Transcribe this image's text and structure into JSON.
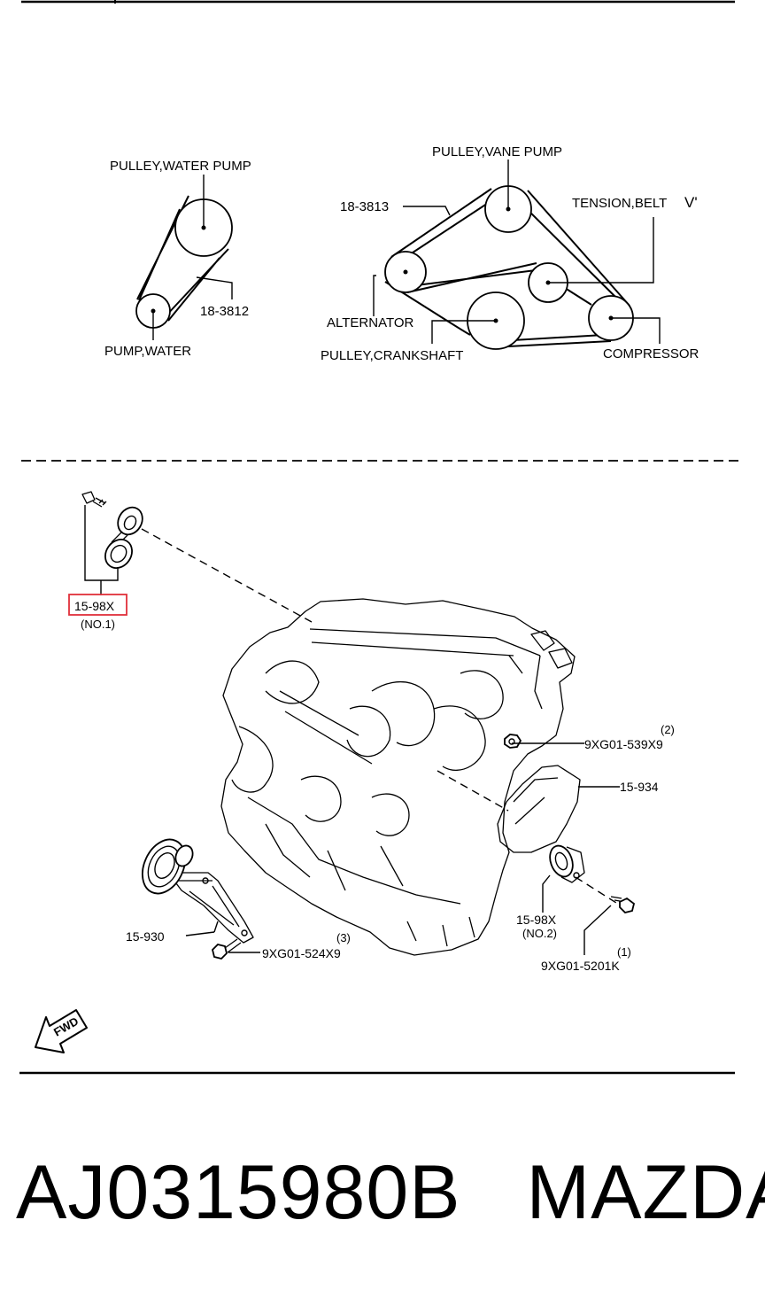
{
  "belt_diagram": {
    "left": {
      "pulley_water_pump": "PULLEY,WATER PUMP",
      "belt_part": "18-3812",
      "pump_water": "PUMP,WATER"
    },
    "right": {
      "pulley_vane_pump": "PULLEY,VANE PUMP",
      "belt_part": "18-3813",
      "tension_belt": "TENSION,BELT",
      "tension_belt_suffix": "V'",
      "alternator": "ALTERNATOR",
      "pulley_crankshaft": "PULLEY,CRANKSHAFT",
      "compressor": "COMPRESSOR"
    }
  },
  "engine_diagram": {
    "tensioner_no1": {
      "part": "15-98X",
      "note": "(NO.1)",
      "highlight_color": "#e0303a"
    },
    "nut_2": {
      "index": "(2)",
      "part": "9XG01-539X9"
    },
    "cover": {
      "part": "15-934"
    },
    "tensioner_no2": {
      "part": "15-98X",
      "note": "(NO.2)"
    },
    "bolt_1": {
      "index": "(1)",
      "part": "9XG01-5201K"
    },
    "idler_bracket": {
      "part": "15-930"
    },
    "bolt_3": {
      "index": "(3)",
      "part": "9XG01-524X9"
    },
    "fwd_arrow": {
      "label": "FWD"
    }
  },
  "footer": {
    "part_number": "AJ0315980B",
    "brand": "MAZDA"
  }
}
